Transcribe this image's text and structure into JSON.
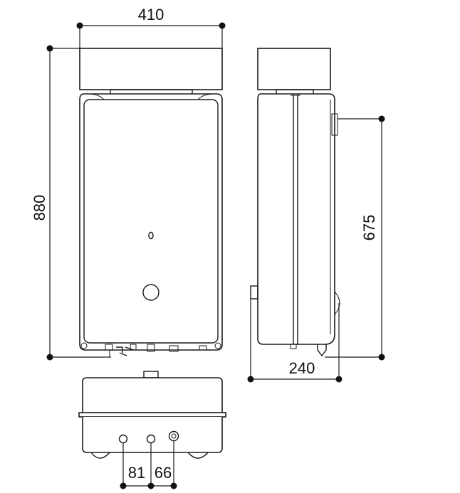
{
  "drawing": {
    "ink_color": "#1a1a1a",
    "background_color": "#ffffff"
  },
  "dimensions": {
    "width_label": "410",
    "height_label": "880",
    "side_height_label": "675",
    "depth_label": "240",
    "pipe_spacing_left_label": "81",
    "pipe_spacing_right_label": "66"
  }
}
